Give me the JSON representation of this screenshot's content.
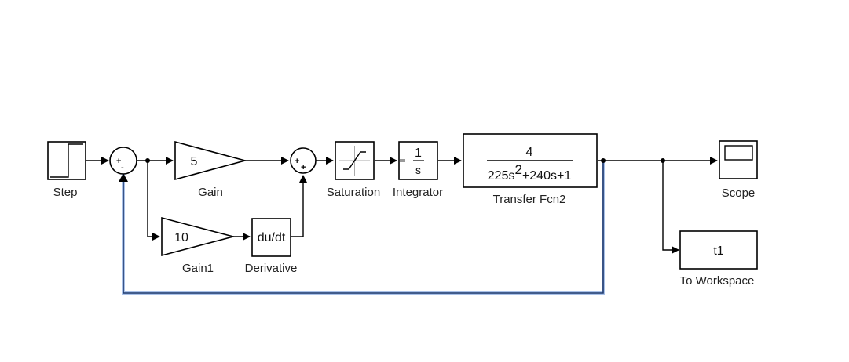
{
  "diagram": {
    "blocks": {
      "step": {
        "label": "Step"
      },
      "sum1": {
        "signs": [
          "+",
          "-"
        ]
      },
      "gain": {
        "label": "Gain",
        "value": "5"
      },
      "gain1": {
        "label": "Gain1",
        "value": "10"
      },
      "derivative": {
        "label": "Derivative",
        "text": "du/dt"
      },
      "sum2": {
        "signs": [
          "+",
          "+"
        ]
      },
      "saturation": {
        "label": "Saturation"
      },
      "integrator": {
        "label": "Integrator",
        "numerator": "1",
        "denominator": "s"
      },
      "transfer_fcn": {
        "label": "Transfer Fcn2",
        "numerator": "4",
        "den_a": "225s",
        "den_exp": "2",
        "den_b": "+240s+1"
      },
      "scope": {
        "label": "Scope"
      },
      "to_workspace": {
        "label": "To Workspace",
        "variable": "t1"
      }
    },
    "colors": {
      "line": "#000000",
      "feedback_line": "#1f3a6e",
      "feedback_highlight": "#a9c1e8"
    }
  }
}
